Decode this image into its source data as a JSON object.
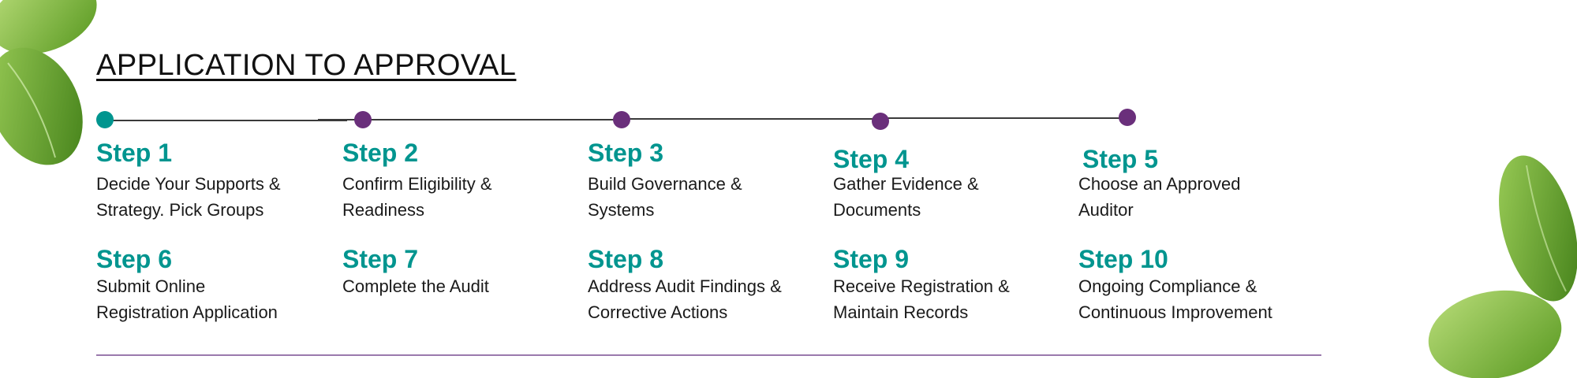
{
  "title": "APPLICATION TO APPROVAL",
  "colors": {
    "teal": "#00958f",
    "purple": "#6a2f7b",
    "divider": "#9b79ad"
  },
  "steps": [
    {
      "label": "Step 1",
      "desc": [
        "Decide Your Supports &",
        "Strategy. Pick Groups"
      ]
    },
    {
      "label": "Step 2",
      "desc": [
        "Confirm Eligibility &",
        "Readiness"
      ]
    },
    {
      "label": "Step 3",
      "desc": [
        "Build Governance &",
        "Systems"
      ]
    },
    {
      "label": "Step 4",
      "desc": [
        "Gather Evidence &",
        "Documents"
      ]
    },
    {
      "label": "Step 5",
      "desc": [
        "Choose an Approved",
        "Auditor"
      ]
    },
    {
      "label": "Step 6",
      "desc": [
        "Submit Online",
        "Registration Application"
      ]
    },
    {
      "label": "Step 7",
      "desc": [
        "Complete the Audit",
        ""
      ]
    },
    {
      "label": "Step 8",
      "desc": [
        "Address Audit Findings &",
        "Corrective Actions"
      ]
    },
    {
      "label": "Step 9",
      "desc": [
        "Receive Registration &",
        "Maintain Records"
      ]
    },
    {
      "label": "Step 10",
      "desc": [
        "Ongoing Compliance &",
        "Continuous Improvement"
      ]
    }
  ]
}
